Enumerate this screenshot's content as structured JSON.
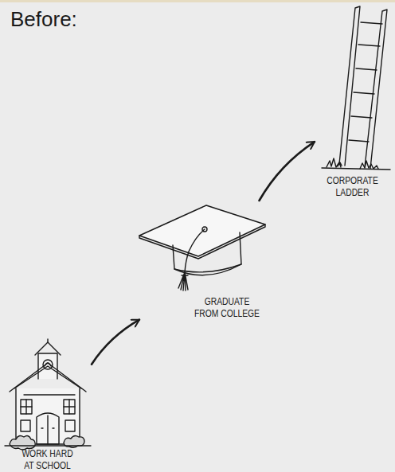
{
  "diagram": {
    "title": "Before:",
    "nodes": [
      {
        "text": [
          "WORK HARD AT SCHOOL"
        ]
      },
      {
        "text": [
          "GRADUATE FROM COLLEGE"
        ]
      },
      {
        "text": [
          "CORPORATE LADDER"
        ]
      }
    ],
    "edges": [
      {
        "from": 0,
        "to": 1,
        "arrow": "to"
      },
      {
        "from": 1,
        "to": 2,
        "arrow": "to"
      }
    ]
  }
}
